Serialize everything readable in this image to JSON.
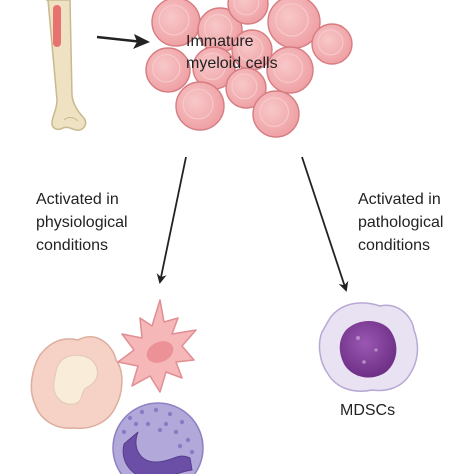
{
  "diagram": {
    "source_label_lines": [
      "Immature",
      "myeloid cells"
    ],
    "left_branch_lines": [
      "Activated in",
      "physiological",
      "conditions"
    ],
    "right_branch_lines": [
      "Activated in",
      "pathological",
      "conditions"
    ],
    "mdsc_label": "MDSCs"
  },
  "colors": {
    "bone": "#efe2c2",
    "bone_outline": "#c9b98f",
    "marrow": "#e7726f",
    "myeloid_cell": "#f2a6a9",
    "myeloid_outline": "#d67d82",
    "myeloid_nucleus": "#f7c3c4",
    "arrow": "#222222",
    "macrophage": "#f6d2c6",
    "macrophage_nucleus": "#f9ecd9",
    "dendritic": "#f6b7b8",
    "dendritic_nucleus": "#ec9297",
    "neutrophil": "#b3a8da",
    "neutrophil_nucleus": "#6b4fa7",
    "mdsc_cytoplasm": "#e9e2f3",
    "mdsc_nucleus": "#7a3b94"
  },
  "icons": [
    "bone-icon",
    "myeloid-cell-icon",
    "macrophage-icon",
    "dendritic-cell-icon",
    "neutrophil-icon",
    "mdsc-cell-icon"
  ]
}
